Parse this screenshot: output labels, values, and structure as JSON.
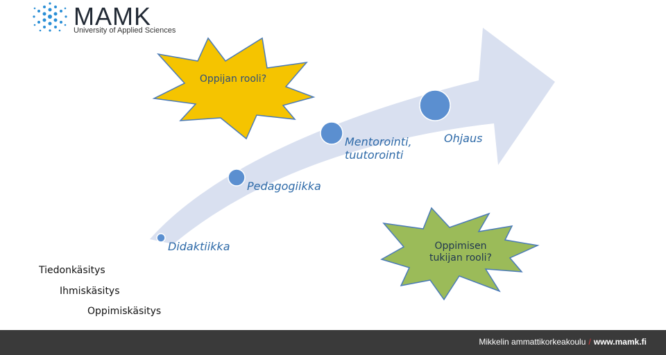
{
  "logo": {
    "name": "MAMK",
    "subtitle": "University of Applied Sciences"
  },
  "stages": [
    {
      "label": "Didaktiikka"
    },
    {
      "label": "Pedagogiikka"
    },
    {
      "label_line1": "Mentorointi,",
      "label_line2": "tuutorointi"
    },
    {
      "label": "Ohjaus"
    }
  ],
  "left_labels": [
    "Tiedonkäsitys",
    "Ihmiskäsitys",
    "Oppimiskäsitys"
  ],
  "starbursts": {
    "learner": {
      "text": "Oppijan rooli?",
      "color": "#f5c400"
    },
    "supporter": {
      "line1": "Oppimisen",
      "line2": "tukijan rooli?",
      "color": "#9bbb59"
    }
  },
  "footer": {
    "school": "Mikkelin ammattikorkeakoulu",
    "separator": "/",
    "url": "www.mamk.fi"
  },
  "colors": {
    "arrow": "#d9e0f0",
    "circle": "#5b8fd0",
    "stage_text": "#2e6aa8",
    "footer_bg": "#3a3a3a"
  }
}
